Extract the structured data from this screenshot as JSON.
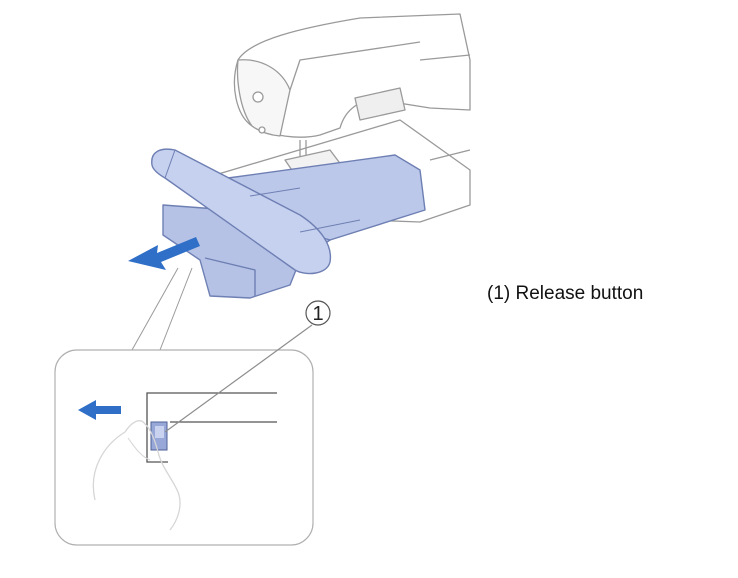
{
  "diagram": {
    "marker": "1",
    "legend": "(1) Release button"
  },
  "colors": {
    "unit_fill": "#bcc8ea",
    "unit_stroke": "#6e7fb3",
    "arrow": "#2f6fc7",
    "line": "#8d8d8d",
    "hand": "#d6d6d6"
  },
  "icons": [
    "sewing-machine-illustration",
    "embroidery-unit-illustration",
    "pull-arrow-icon",
    "hand-illustration"
  ]
}
